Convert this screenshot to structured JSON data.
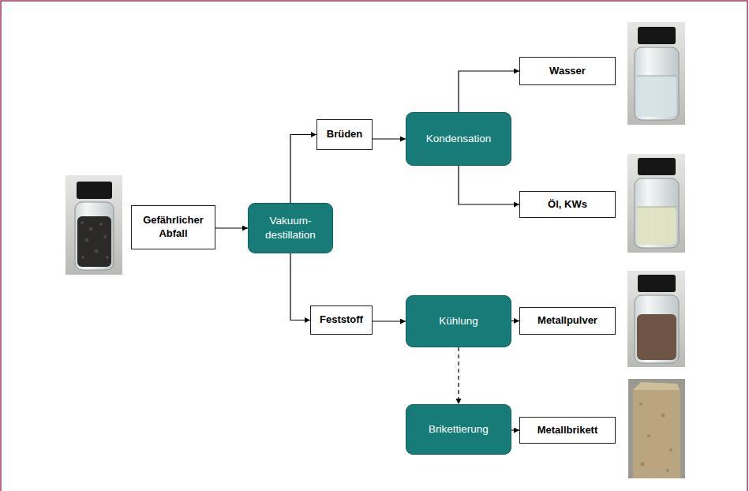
{
  "diagram": {
    "nodes": [
      {
        "text": [
          "Gefährlicher Abfall"
        ]
      },
      {
        "text": [
          "Vakuum- destillation"
        ]
      },
      {
        "text": [
          "Brüden"
        ]
      },
      {
        "text": [
          "Kondensation"
        ]
      },
      {
        "text": [
          "Wasser"
        ]
      },
      {
        "text": [
          "Öl, KWs"
        ]
      },
      {
        "text": [
          "Feststoff"
        ]
      },
      {
        "text": [
          "Kühlung"
        ]
      },
      {
        "text": [
          "Metallpulver"
        ]
      },
      {
        "text": [
          "Brikettierung"
        ]
      },
      {
        "text": [
          "Metallbrikett"
        ]
      }
    ],
    "edges": [
      {
        "from": 0,
        "to": 1,
        "arrow": "to"
      },
      {
        "from": 1,
        "to": 2,
        "arrow": "to"
      },
      {
        "from": 1,
        "to": 6,
        "arrow": "to"
      },
      {
        "from": 2,
        "to": 3,
        "arrow": "to"
      },
      {
        "from": 3,
        "to": 4,
        "arrow": "to"
      },
      {
        "from": 3,
        "to": 5,
        "arrow": "to"
      },
      {
        "from": 6,
        "to": 7,
        "arrow": "to"
      },
      {
        "from": 7,
        "to": 8,
        "arrow": "to"
      },
      {
        "from": 7,
        "to": 9,
        "arrow": "to"
      },
      {
        "from": 9,
        "to": 10,
        "arrow": "to"
      }
    ]
  }
}
